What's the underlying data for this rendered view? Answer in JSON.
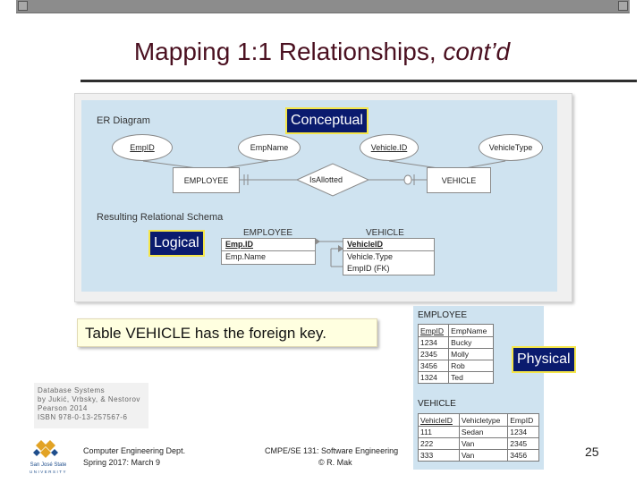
{
  "slide": {
    "title_main": "Mapping 1:1 Relationships, ",
    "title_italic": "cont’d",
    "page_number": "25"
  },
  "er": {
    "heading": "ER Diagram",
    "attributes": [
      "EmpID",
      "EmpName",
      "Vehicle.ID",
      "VehicleType"
    ],
    "entities": [
      "EMPLOYEE",
      "VEHICLE"
    ],
    "relationship": "IsAllotted",
    "schema_heading": "Resulting Relational Schema",
    "employee_label": "EMPLOYEE",
    "vehicle_label": "VEHICLE",
    "employee_cols": [
      "Emp.ID",
      "Emp.Name"
    ],
    "vehicle_cols": [
      "VehicleID",
      "Vehicle.Type",
      "EmpID (FK)"
    ]
  },
  "callouts": {
    "conceptual": "Conceptual",
    "logical": "Logical",
    "physical": "Physical",
    "note": "Table VEHICLE has the foreign key."
  },
  "physical": {
    "employee_title": "EMPLOYEE",
    "employee_headers": [
      "EmpID",
      "EmpName"
    ],
    "employee_rows": [
      [
        "1234",
        "Bucky"
      ],
      [
        "2345",
        "Molly"
      ],
      [
        "3456",
        "Rob"
      ],
      [
        "1324",
        "Ted"
      ]
    ],
    "vehicle_title": "VEHICLE",
    "vehicle_headers": [
      "VehicleID",
      "Vehicletype",
      "EmpID"
    ],
    "vehicle_rows": [
      [
        "111",
        "Sedan",
        "1234"
      ],
      [
        "222",
        "Van",
        "2345"
      ],
      [
        "333",
        "Van",
        "3456"
      ]
    ]
  },
  "citation": {
    "line1": "Database Systems",
    "line2": "by Jukić, Vrbsky, & Nestorov",
    "line3": "Pearson 2014",
    "line4": "ISBN 978-0-13-257567-6"
  },
  "footer": {
    "dept": "Computer Engineering Dept.",
    "term": "Spring 2017: March 9",
    "course": "CMPE/SE 131: Software Engineering",
    "author": "© R. Mak",
    "logo_text": "San José State\nUNIVERSITY"
  }
}
